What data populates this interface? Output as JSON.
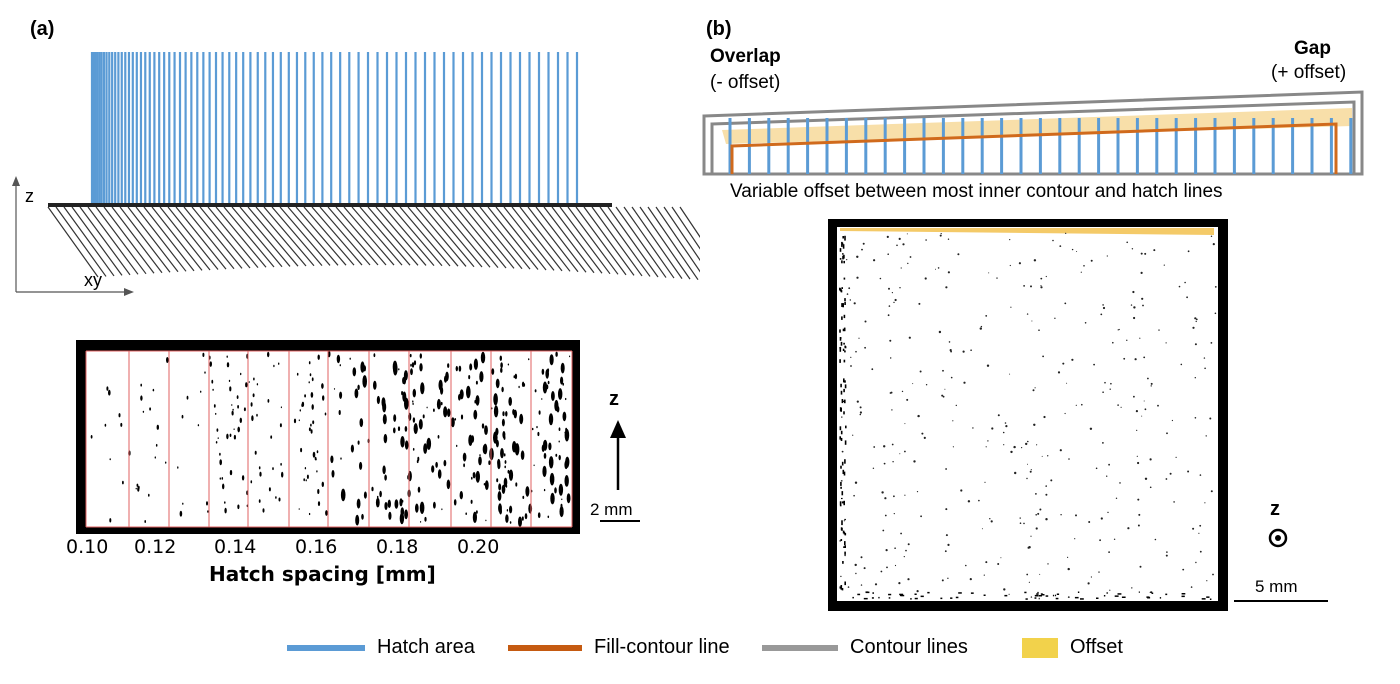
{
  "panel_a": {
    "label": "(a)",
    "axis_z": "z",
    "axis_xy": "xy",
    "scale_axis": "z",
    "scale_bar": "2 mm",
    "tick_labels": [
      "0.10",
      "0.12",
      "0.14",
      "0.16",
      "0.18",
      "0.20"
    ],
    "x_axis_title": "Hatch spacing [mm]"
  },
  "panel_b": {
    "label": "(b)",
    "overlap_title": "Overlap",
    "overlap_sub": "(- offset)",
    "gap_title": "Gap",
    "gap_sub": "(+ offset)",
    "caption": "Variable offset between most inner contour and hatch lines",
    "scale_axis": "z",
    "scale_bar": "5 mm"
  },
  "legend": [
    {
      "label": "Hatch area",
      "color": "#5b9bd5"
    },
    {
      "label": "Fill-contour line",
      "color": "#c55a11"
    },
    {
      "label": "Contour lines",
      "color": "#999999"
    },
    {
      "label": "Offset",
      "color": "#f2d24b"
    }
  ]
}
